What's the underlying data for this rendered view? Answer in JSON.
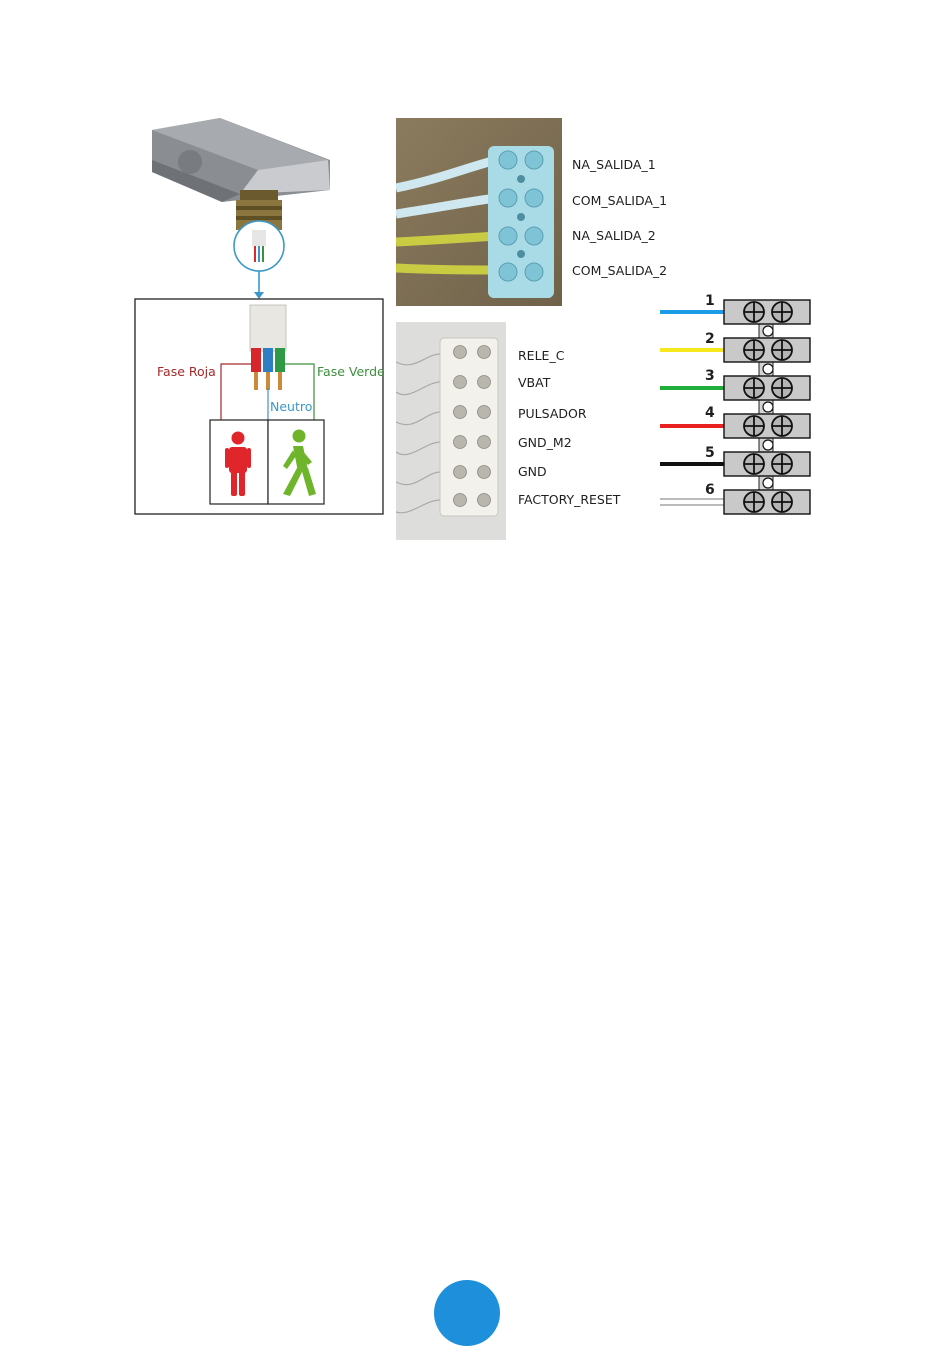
{
  "left_panel": {
    "phase_red_label": "Fase Roja",
    "phase_green_label": "Fase Verde",
    "neutral_label": "Neutro",
    "colors": {
      "red": "#e0262b",
      "green": "#6fb52c",
      "blue": "#3a97c9",
      "wire_red": "#a52a2a",
      "wire_green": "#3d8f3d"
    }
  },
  "top_terminal": {
    "labels": [
      "NA_SALIDA_1",
      "COM_SALIDA_1",
      "NA_SALIDA_2",
      "COM_SALIDA_2"
    ]
  },
  "bottom_terminal": {
    "labels": [
      "RELE_C",
      "VBAT",
      "PULSADOR",
      "GND_M2",
      "GND",
      "FACTORY_RESET"
    ]
  },
  "wiring_diagram": {
    "numbers": [
      "1",
      "2",
      "3",
      "4",
      "5",
      "6"
    ],
    "wire_colors": [
      "#1e9be6",
      "#f5e81c",
      "#1fae3a",
      "#e8201f",
      "#111111",
      "#ffffff"
    ]
  },
  "page_marker_color": "#1e8fdb"
}
